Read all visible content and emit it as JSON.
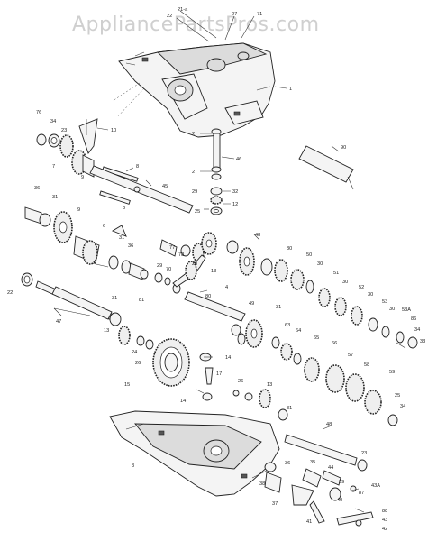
{
  "watermark": "AppliancePartsPros.com",
  "part_labels": [
    {
      "id": "21-a",
      "text": "21-a"
    },
    {
      "id": "22",
      "text": "22"
    },
    {
      "id": "27",
      "text": "27"
    },
    {
      "id": "71",
      "text": "71"
    },
    {
      "id": "1",
      "text": "1"
    },
    {
      "id": "76",
      "text": "76"
    },
    {
      "id": "34a",
      "text": "34"
    },
    {
      "id": "10",
      "text": "10"
    },
    {
      "id": "23a",
      "text": "23"
    },
    {
      "id": "7",
      "text": "7"
    },
    {
      "id": "9a",
      "text": "9"
    },
    {
      "id": "2a",
      "text": "2"
    },
    {
      "id": "46",
      "text": "46"
    },
    {
      "id": "90",
      "text": "90"
    },
    {
      "id": "8a",
      "text": "8"
    },
    {
      "id": "2b",
      "text": "2"
    },
    {
      "id": "45",
      "text": "45"
    },
    {
      "id": "29a",
      "text": "29"
    },
    {
      "id": "32",
      "text": "32"
    },
    {
      "id": "36a",
      "text": "36"
    },
    {
      "id": "31a",
      "text": "31"
    },
    {
      "id": "9b",
      "text": "9"
    },
    {
      "id": "8b",
      "text": "8"
    },
    {
      "id": "12",
      "text": "12"
    },
    {
      "id": "25a",
      "text": "25"
    },
    {
      "id": "31b",
      "text": "31"
    },
    {
      "id": "6",
      "text": "6"
    },
    {
      "id": "36b",
      "text": "36"
    },
    {
      "id": "77",
      "text": "77"
    },
    {
      "id": "78",
      "text": "78"
    },
    {
      "id": "48a",
      "text": "48"
    },
    {
      "id": "13a",
      "text": "13"
    },
    {
      "id": "29b",
      "text": "29"
    },
    {
      "id": "70",
      "text": "70"
    },
    {
      "id": "20",
      "text": "20"
    },
    {
      "id": "81",
      "text": "81"
    },
    {
      "id": "80",
      "text": "80"
    },
    {
      "id": "4",
      "text": "4"
    },
    {
      "id": "22b",
      "text": "22"
    },
    {
      "id": "31c",
      "text": "31"
    },
    {
      "id": "47",
      "text": "47"
    },
    {
      "id": "30a",
      "text": "30"
    },
    {
      "id": "50",
      "text": "50"
    },
    {
      "id": "30b",
      "text": "30"
    },
    {
      "id": "51",
      "text": "51"
    },
    {
      "id": "30c",
      "text": "30"
    },
    {
      "id": "52",
      "text": "52"
    },
    {
      "id": "30d",
      "text": "30"
    },
    {
      "id": "53",
      "text": "53"
    },
    {
      "id": "30e",
      "text": "30"
    },
    {
      "id": "53A",
      "text": "53A"
    },
    {
      "id": "86",
      "text": "86"
    },
    {
      "id": "34b",
      "text": "34"
    },
    {
      "id": "33",
      "text": "33"
    },
    {
      "id": "49",
      "text": "49"
    },
    {
      "id": "31d",
      "text": "31"
    },
    {
      "id": "13b",
      "text": "13"
    },
    {
      "id": "24",
      "text": "24"
    },
    {
      "id": "26a",
      "text": "26"
    },
    {
      "id": "63",
      "text": "63"
    },
    {
      "id": "64",
      "text": "64"
    },
    {
      "id": "65",
      "text": "65"
    },
    {
      "id": "66",
      "text": "66"
    },
    {
      "id": "57",
      "text": "57"
    },
    {
      "id": "58",
      "text": "58"
    },
    {
      "id": "59",
      "text": "59"
    },
    {
      "id": "14a",
      "text": "14"
    },
    {
      "id": "17",
      "text": "17"
    },
    {
      "id": "15",
      "text": "15"
    },
    {
      "id": "14b",
      "text": "14"
    },
    {
      "id": "26b",
      "text": "26"
    },
    {
      "id": "13c",
      "text": "13"
    },
    {
      "id": "25b",
      "text": "25"
    },
    {
      "id": "34c",
      "text": "34"
    },
    {
      "id": "31e",
      "text": "31"
    },
    {
      "id": "48b",
      "text": "48"
    },
    {
      "id": "23b",
      "text": "23"
    },
    {
      "id": "3",
      "text": "3"
    },
    {
      "id": "36c",
      "text": "36"
    },
    {
      "id": "35",
      "text": "35"
    },
    {
      "id": "44",
      "text": "44"
    },
    {
      "id": "39",
      "text": "39"
    },
    {
      "id": "87",
      "text": "87"
    },
    {
      "id": "43A",
      "text": "43A"
    },
    {
      "id": "38",
      "text": "38"
    },
    {
      "id": "37",
      "text": "37"
    },
    {
      "id": "40",
      "text": "40"
    },
    {
      "id": "41",
      "text": "41"
    },
    {
      "id": "88",
      "text": "88"
    },
    {
      "id": "43",
      "text": "43"
    },
    {
      "id": "42",
      "text": "42"
    }
  ]
}
